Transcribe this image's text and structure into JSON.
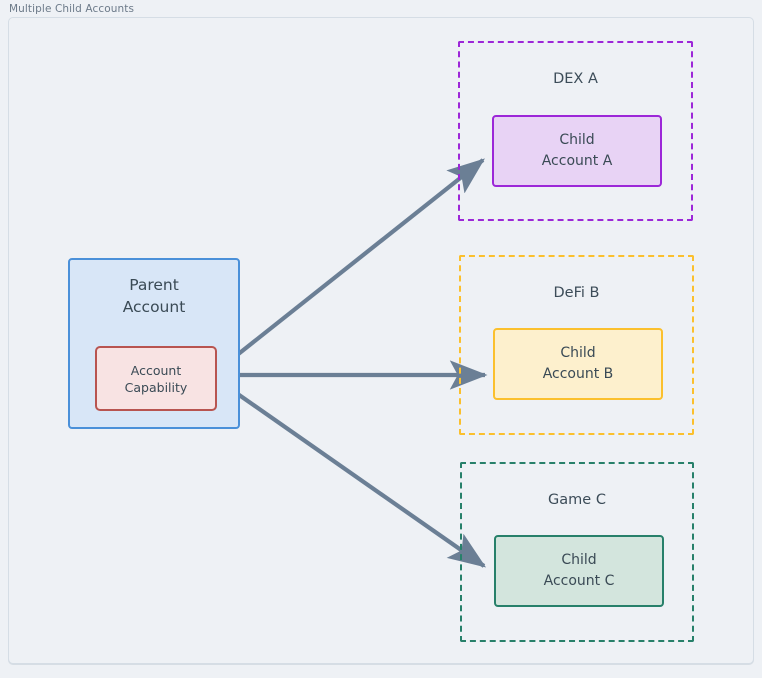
{
  "caption": "Multiple Child Accounts",
  "colors": {
    "background": "#eef1f5",
    "frame_border": "#d5dde5",
    "arrow": "#6b7f95",
    "text": "#3a4a55",
    "caption_text": "#6c7a89",
    "parent_fill": "#d8e6f7",
    "parent_stroke": "#4a90d9",
    "capability_fill": "#f8e3e3",
    "capability_stroke": "#b85450",
    "dex_a": "#9c27d8",
    "defi_b": "#fbc02d",
    "game_c": "#27806a",
    "child_a_fill": "#e8d3f5",
    "child_b_fill": "#fdf0cd",
    "child_c_fill": "#d3e5dd"
  },
  "diagram": {
    "parent": {
      "title": "Parent\nAccount",
      "title_line1": "Parent",
      "title_line2": "Account",
      "capability_line1": "Account",
      "capability_line2": "Capability"
    },
    "groups": [
      {
        "id": "dex-a",
        "label": "DEX A",
        "child_line1": "Child",
        "child_line2": "Account A"
      },
      {
        "id": "defi-b",
        "label": "DeFi B",
        "child_line1": "Child",
        "child_line2": "Account B"
      },
      {
        "id": "game-c",
        "label": "Game C",
        "child_line1": "Child",
        "child_line2": "Account C"
      }
    ],
    "edges": [
      {
        "id": "edge-to-child-a",
        "from": "account-capability",
        "to": "child-account-a",
        "style": "solid-arrow"
      },
      {
        "id": "edge-to-child-b",
        "from": "account-capability",
        "to": "child-account-b",
        "style": "solid-arrow"
      },
      {
        "id": "edge-to-child-c",
        "from": "account-capability",
        "to": "child-account-c",
        "style": "solid-arrow"
      }
    ]
  }
}
